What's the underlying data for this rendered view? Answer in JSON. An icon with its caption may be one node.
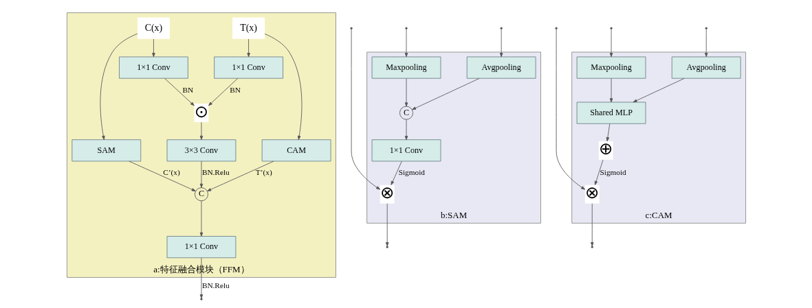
{
  "diagram": {
    "nodes": [
      {
        "text": [
          "a:特征融合模块（FFM）"
        ]
      },
      {
        "text": [
          "C(x)"
        ],
        "in": 0
      },
      {
        "text": [
          "T(x)"
        ],
        "in": 0
      },
      {
        "text": [
          "1×1 Conv"
        ],
        "in": 0
      },
      {
        "text": [
          "1×1 Conv"
        ],
        "in": 0
      },
      {
        "text": [
          "⊙"
        ],
        "in": 0
      },
      {
        "text": [
          "SAM"
        ],
        "in": 0
      },
      {
        "text": [
          "3×3 Conv"
        ],
        "in": 0
      },
      {
        "text": [
          "CAM"
        ],
        "in": 0
      },
      {
        "text": [
          "C"
        ],
        "in": 0
      },
      {
        "text": [
          "1×1 Conv"
        ],
        "in": 0
      },
      {
        "text": [
          "b:SAM"
        ]
      },
      {
        "text": [
          "Maxpooling"
        ],
        "in": 11
      },
      {
        "text": [
          "Avgpooling"
        ],
        "in": 11
      },
      {
        "text": [
          "C"
        ],
        "in": 11
      },
      {
        "text": [
          "1×1 Conv"
        ],
        "in": 11
      },
      {
        "text": [
          "⊗"
        ],
        "in": 11
      },
      {
        "text": [
          "c:CAM"
        ]
      },
      {
        "text": [
          "Maxpooling"
        ],
        "in": 17
      },
      {
        "text": [
          "Avgpooling"
        ],
        "in": 17
      },
      {
        "text": [
          "Shared MLP"
        ],
        "in": 17
      },
      {
        "text": [
          "⊕"
        ],
        "in": 17
      },
      {
        "text": [
          "⊗"
        ],
        "in": 17
      }
    ],
    "edges": [
      {
        "from": 1,
        "to": 3,
        "arrow": "to"
      },
      {
        "from": 1,
        "to": 6,
        "arrow": "to"
      },
      {
        "from": 2,
        "to": 4,
        "arrow": "to"
      },
      {
        "from": 2,
        "to": 8,
        "arrow": "to"
      },
      {
        "from": 3,
        "to": 5,
        "arrow": "to",
        "label": "BN"
      },
      {
        "from": 4,
        "to": 5,
        "arrow": "to",
        "label": "BN"
      },
      {
        "from": 5,
        "to": 7,
        "arrow": "to"
      },
      {
        "from": 6,
        "to": 9,
        "arrow": "to",
        "label": "C’(x)"
      },
      {
        "from": 7,
        "to": 9,
        "arrow": "to",
        "label": "BN.Relu"
      },
      {
        "from": 8,
        "to": 9,
        "arrow": "to",
        "label": "T’(x)"
      },
      {
        "from": 9,
        "to": 10,
        "arrow": "to"
      },
      {
        "from": 10,
        "to": null,
        "arrow": "to",
        "label": "BN.Relu"
      },
      {
        "from": null,
        "to": 12,
        "arrow": "to"
      },
      {
        "from": null,
        "to": 13,
        "arrow": "to"
      },
      {
        "from": null,
        "to": 16,
        "arrow": "to"
      },
      {
        "from": 12,
        "to": 14,
        "arrow": "to"
      },
      {
        "from": 13,
        "to": 14,
        "arrow": "to"
      },
      {
        "from": 14,
        "to": 15,
        "arrow": "to"
      },
      {
        "from": 15,
        "to": 16,
        "arrow": "to",
        "label": "Sigmoid"
      },
      {
        "from": 16,
        "to": null,
        "arrow": "to"
      },
      {
        "from": null,
        "to": 18,
        "arrow": "to"
      },
      {
        "from": null,
        "to": 19,
        "arrow": "to"
      },
      {
        "from": null,
        "to": 22,
        "arrow": "to"
      },
      {
        "from": 18,
        "to": 20,
        "arrow": "to"
      },
      {
        "from": 19,
        "to": 20,
        "arrow": "to"
      },
      {
        "from": 20,
        "to": 21,
        "arrow": "to"
      },
      {
        "from": 21,
        "to": 22,
        "arrow": "to",
        "label": "Sigmoid"
      },
      {
        "from": 22,
        "to": null,
        "arrow": "to"
      }
    ]
  }
}
